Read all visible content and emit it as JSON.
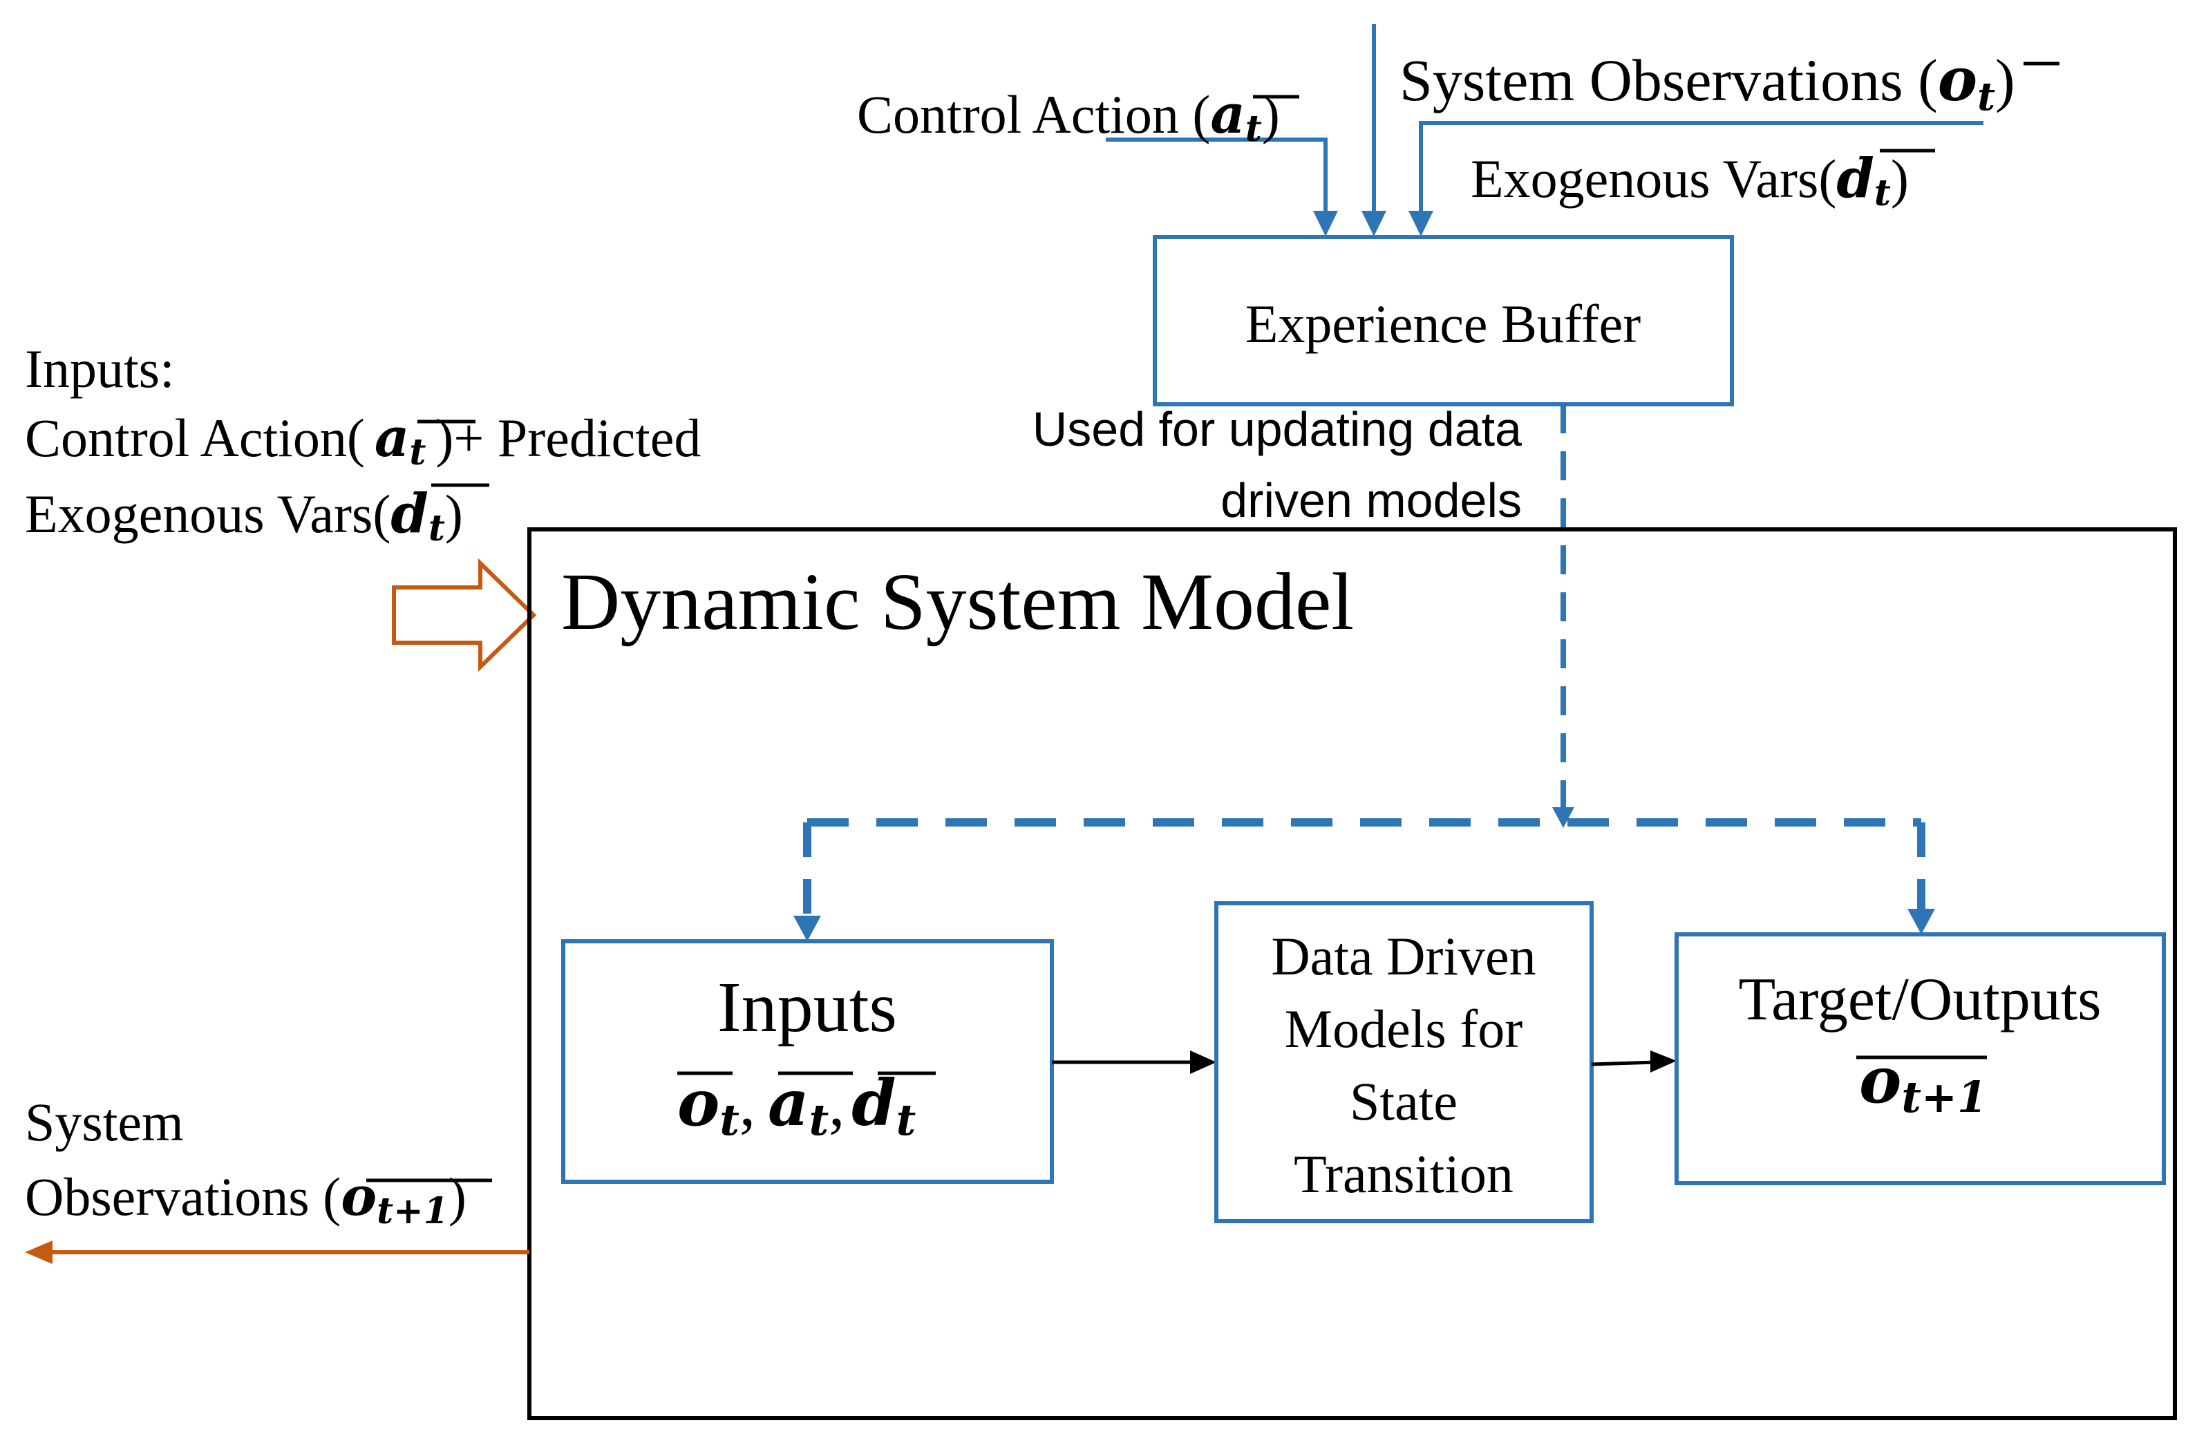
{
  "colors": {
    "blue": "#2E75B6",
    "orange": "#C55A11",
    "black": "#000000"
  },
  "top": {
    "system_observations": "System Observations (",
    "system_observations_var": "o",
    "system_observations_sub": "t",
    "system_observations_close": ")",
    "control_action": "Control Action (",
    "control_action_var": "a",
    "control_action_sub": "t",
    "control_action_close": ")",
    "exogenous_vars": "Exogenous Vars(",
    "exogenous_var": "d",
    "exogenous_sub": "t",
    "exogenous_close": ")"
  },
  "experience_buffer": {
    "label": "Experience Buffer",
    "note_line1": "Used for updating data",
    "note_line2": "driven models"
  },
  "left_inputs": {
    "line1": "Inputs:",
    "line2_prefix": "Control Action(",
    "line2_var": "a",
    "line2_sub": "t",
    "line2_suffix": ")+ Predicted",
    "line3_prefix": "Exogenous Vars(",
    "line3_var": "d",
    "line3_sub": "t",
    "line3_suffix": ")"
  },
  "dynamic_model": {
    "title": "Dynamic System Model"
  },
  "inputs_box": {
    "title": "Inputs",
    "var1": "o",
    "var1_sub": "t",
    "sep1": ",",
    "var2": "a",
    "var2_sub": "t",
    "sep2": ",",
    "var3": "d",
    "var3_sub": "t"
  },
  "model_box": {
    "line1": "Data Driven",
    "line2": "Models for",
    "line3": "State",
    "line4": "Transition"
  },
  "target_box": {
    "title": "Target/Outputs",
    "var": "o",
    "var_sub": "t+1"
  },
  "output_left": {
    "line1": "System",
    "line2_prefix": "Observations (",
    "line2_var": "o",
    "line2_sub": "t+1",
    "line2_suffix": ")"
  }
}
